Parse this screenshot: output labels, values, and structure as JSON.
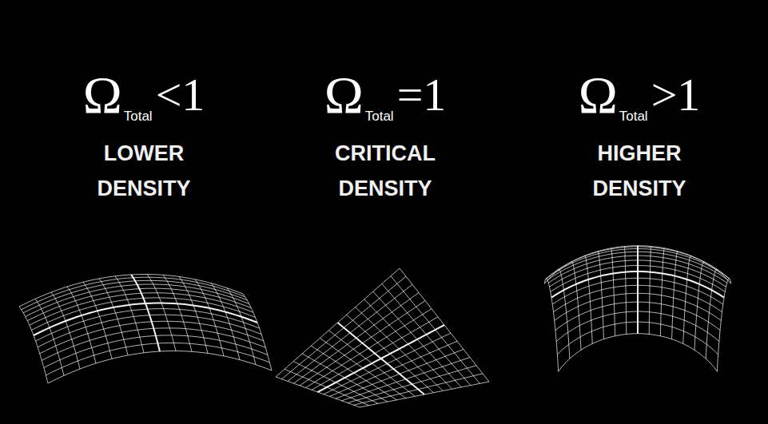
{
  "diagram": {
    "labels": [
      "Ω",
      "Total",
      "<1",
      "LOWER DENSITY",
      "Ω",
      "Total",
      "=1",
      "CRITICAL DENSITY",
      "Ω",
      "Total",
      ">1",
      "HIGHER DENSITY"
    ]
  }
}
